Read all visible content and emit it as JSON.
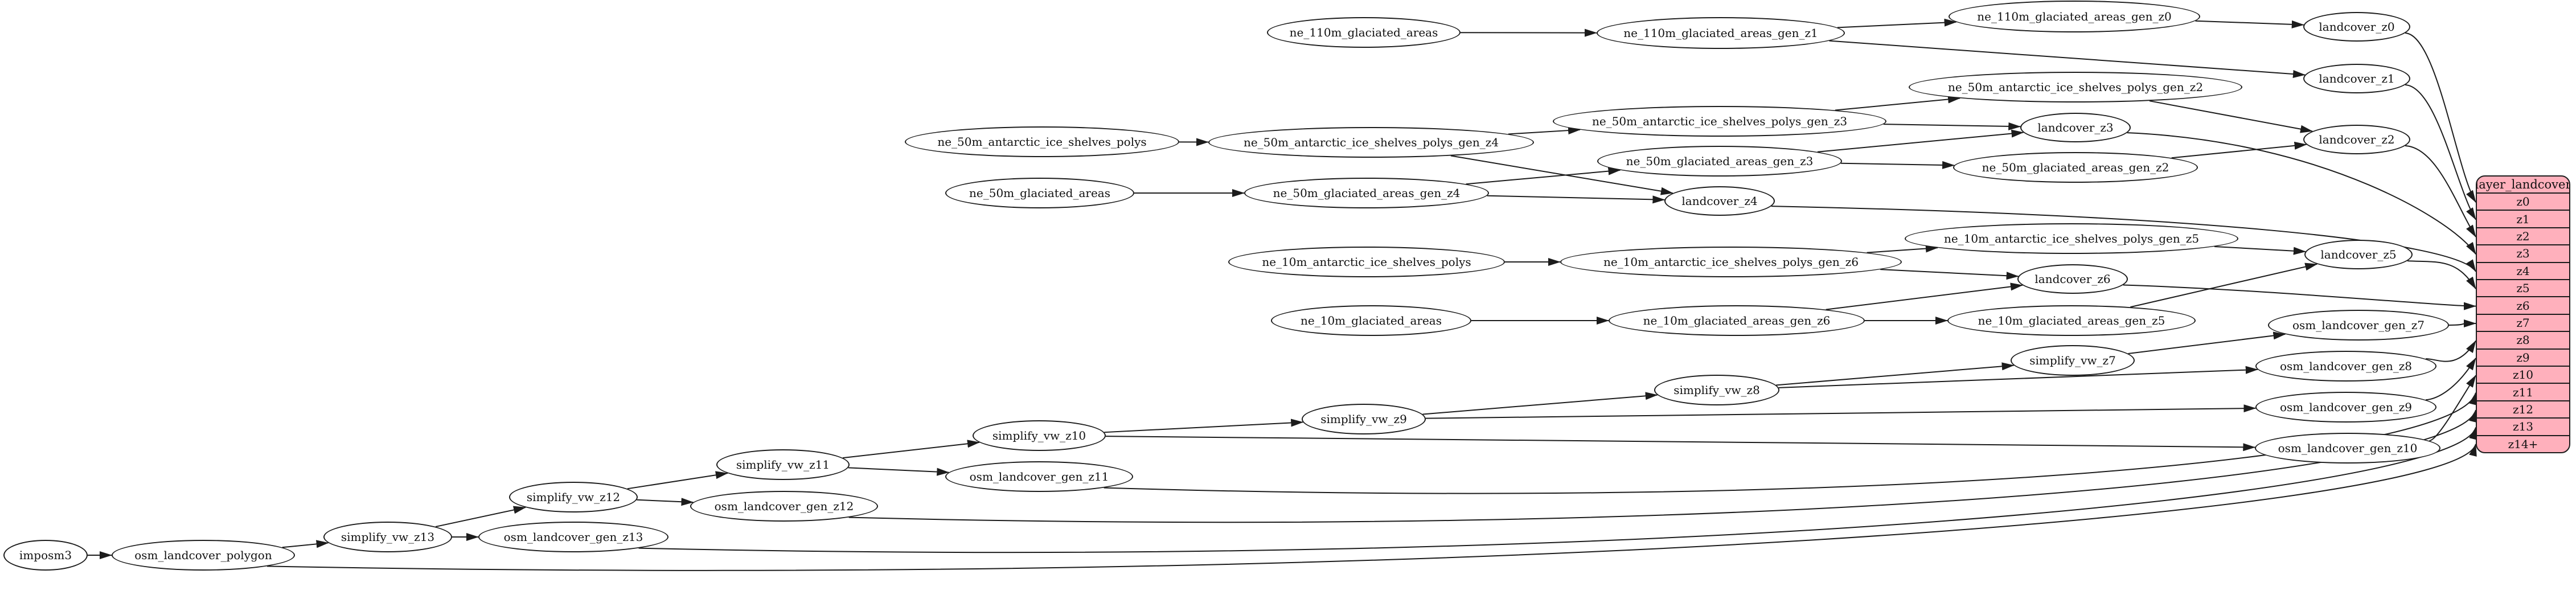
{
  "diagram": {
    "kind": "graphviz-etl-dependency-graph"
  },
  "colors": {
    "edge": "#1c1c1c",
    "node_fill": "#ffffff",
    "node_border": "#1c1c1c",
    "table_fill": "#ffb0bc"
  },
  "nodes": [
    {
      "id": "ne_110m_glaciated_areas",
      "label": "ne_110m_glaciated_areas"
    },
    {
      "id": "ne_110m_glaciated_areas_gen_z1",
      "label": "ne_110m_glaciated_areas_gen_z1"
    },
    {
      "id": "ne_110m_glaciated_areas_gen_z0",
      "label": "ne_110m_glaciated_areas_gen_z0"
    },
    {
      "id": "landcover_z0",
      "label": "landcover_z0"
    },
    {
      "id": "landcover_z1",
      "label": "landcover_z1"
    },
    {
      "id": "landcover_z2",
      "label": "landcover_z2"
    },
    {
      "id": "ne_50m_antarctic_ice_shelves_polys_gen_z2",
      "label": "ne_50m_antarctic_ice_shelves_polys_gen_z2"
    },
    {
      "id": "ne_50m_antarctic_ice_shelves_polys_gen_z3",
      "label": "ne_50m_antarctic_ice_shelves_polys_gen_z3"
    },
    {
      "id": "landcover_z3",
      "label": "landcover_z3"
    },
    {
      "id": "ne_50m_antarctic_ice_shelves_polys",
      "label": "ne_50m_antarctic_ice_shelves_polys"
    },
    {
      "id": "ne_50m_antarctic_ice_shelves_polys_gen_z4",
      "label": "ne_50m_antarctic_ice_shelves_polys_gen_z4"
    },
    {
      "id": "ne_50m_glaciated_areas_gen_z3",
      "label": "ne_50m_glaciated_areas_gen_z3"
    },
    {
      "id": "ne_50m_glaciated_areas_gen_z2",
      "label": "ne_50m_glaciated_areas_gen_z2"
    },
    {
      "id": "ne_50m_glaciated_areas",
      "label": "ne_50m_glaciated_areas"
    },
    {
      "id": "ne_50m_glaciated_areas_gen_z4",
      "label": "ne_50m_glaciated_areas_gen_z4"
    },
    {
      "id": "landcover_z4",
      "label": "landcover_z4"
    },
    {
      "id": "ne_10m_antarctic_ice_shelves_polys_gen_z5",
      "label": "ne_10m_antarctic_ice_shelves_polys_gen_z5"
    },
    {
      "id": "landcover_z5",
      "label": "landcover_z5"
    },
    {
      "id": "ne_10m_antarctic_ice_shelves_polys",
      "label": "ne_10m_antarctic_ice_shelves_polys"
    },
    {
      "id": "ne_10m_antarctic_ice_shelves_polys_gen_z6",
      "label": "ne_10m_antarctic_ice_shelves_polys_gen_z6"
    },
    {
      "id": "landcover_z6",
      "label": "landcover_z6"
    },
    {
      "id": "ne_10m_glaciated_areas",
      "label": "ne_10m_glaciated_areas"
    },
    {
      "id": "ne_10m_glaciated_areas_gen_z6",
      "label": "ne_10m_glaciated_areas_gen_z6"
    },
    {
      "id": "ne_10m_glaciated_areas_gen_z5",
      "label": "ne_10m_glaciated_areas_gen_z5"
    },
    {
      "id": "osm_landcover_gen_z7",
      "label": "osm_landcover_gen_z7"
    },
    {
      "id": "simplify_vw_z7",
      "label": "simplify_vw_z7"
    },
    {
      "id": "osm_landcover_gen_z8",
      "label": "osm_landcover_gen_z8"
    },
    {
      "id": "simplify_vw_z8",
      "label": "simplify_vw_z8"
    },
    {
      "id": "osm_landcover_gen_z9",
      "label": "osm_landcover_gen_z9"
    },
    {
      "id": "simplify_vw_z9",
      "label": "simplify_vw_z9"
    },
    {
      "id": "simplify_vw_z10",
      "label": "simplify_vw_z10"
    },
    {
      "id": "osm_landcover_gen_z10",
      "label": "osm_landcover_gen_z10"
    },
    {
      "id": "simplify_vw_z11",
      "label": "simplify_vw_z11"
    },
    {
      "id": "osm_landcover_gen_z11",
      "label": "osm_landcover_gen_z11"
    },
    {
      "id": "simplify_vw_z12",
      "label": "simplify_vw_z12"
    },
    {
      "id": "osm_landcover_gen_z12",
      "label": "osm_landcover_gen_z12"
    },
    {
      "id": "simplify_vw_z13",
      "label": "simplify_vw_z13"
    },
    {
      "id": "osm_landcover_gen_z13",
      "label": "osm_landcover_gen_z13"
    },
    {
      "id": "imposm3",
      "label": "imposm3"
    },
    {
      "id": "osm_landcover_polygon",
      "label": "osm_landcover_polygon"
    }
  ],
  "table": {
    "header": "layer_landcover",
    "rows": [
      "z0",
      "z1",
      "z2",
      "z3",
      "z4",
      "z5",
      "z6",
      "z7",
      "z8",
      "z9",
      "z10",
      "z11",
      "z12",
      "z13",
      "z14+"
    ]
  },
  "edges": [
    {
      "from": "ne_110m_glaciated_areas",
      "to": "ne_110m_glaciated_areas_gen_z1"
    },
    {
      "from": "ne_110m_glaciated_areas_gen_z1",
      "to": "ne_110m_glaciated_areas_gen_z0"
    },
    {
      "from": "ne_110m_glaciated_areas_gen_z1",
      "to": "landcover_z1"
    },
    {
      "from": "ne_110m_glaciated_areas_gen_z0",
      "to": "landcover_z0"
    },
    {
      "from": "landcover_z0",
      "to": "z0"
    },
    {
      "from": "landcover_z1",
      "to": "z1"
    },
    {
      "from": "ne_50m_antarctic_ice_shelves_polys",
      "to": "ne_50m_antarctic_ice_shelves_polys_gen_z4"
    },
    {
      "from": "ne_50m_antarctic_ice_shelves_polys_gen_z4",
      "to": "ne_50m_antarctic_ice_shelves_polys_gen_z3"
    },
    {
      "from": "ne_50m_antarctic_ice_shelves_polys_gen_z4",
      "to": "landcover_z4"
    },
    {
      "from": "ne_50m_antarctic_ice_shelves_polys_gen_z3",
      "to": "ne_50m_antarctic_ice_shelves_polys_gen_z2"
    },
    {
      "from": "ne_50m_antarctic_ice_shelves_polys_gen_z3",
      "to": "landcover_z3"
    },
    {
      "from": "ne_50m_antarctic_ice_shelves_polys_gen_z2",
      "to": "landcover_z2"
    },
    {
      "from": "ne_50m_glaciated_areas",
      "to": "ne_50m_glaciated_areas_gen_z4"
    },
    {
      "from": "ne_50m_glaciated_areas_gen_z4",
      "to": "ne_50m_glaciated_areas_gen_z3"
    },
    {
      "from": "ne_50m_glaciated_areas_gen_z4",
      "to": "landcover_z4"
    },
    {
      "from": "ne_50m_glaciated_areas_gen_z3",
      "to": "ne_50m_glaciated_areas_gen_z2"
    },
    {
      "from": "ne_50m_glaciated_areas_gen_z3",
      "to": "landcover_z3"
    },
    {
      "from": "ne_50m_glaciated_areas_gen_z2",
      "to": "landcover_z2"
    },
    {
      "from": "landcover_z2",
      "to": "z2"
    },
    {
      "from": "landcover_z3",
      "to": "z3"
    },
    {
      "from": "landcover_z4",
      "to": "z4"
    },
    {
      "from": "ne_10m_antarctic_ice_shelves_polys",
      "to": "ne_10m_antarctic_ice_shelves_polys_gen_z6"
    },
    {
      "from": "ne_10m_antarctic_ice_shelves_polys_gen_z6",
      "to": "ne_10m_antarctic_ice_shelves_polys_gen_z5"
    },
    {
      "from": "ne_10m_antarctic_ice_shelves_polys_gen_z6",
      "to": "landcover_z6"
    },
    {
      "from": "ne_10m_antarctic_ice_shelves_polys_gen_z5",
      "to": "landcover_z5"
    },
    {
      "from": "ne_10m_glaciated_areas",
      "to": "ne_10m_glaciated_areas_gen_z6"
    },
    {
      "from": "ne_10m_glaciated_areas_gen_z6",
      "to": "ne_10m_glaciated_areas_gen_z5"
    },
    {
      "from": "ne_10m_glaciated_areas_gen_z6",
      "to": "landcover_z6"
    },
    {
      "from": "ne_10m_glaciated_areas_gen_z5",
      "to": "landcover_z5"
    },
    {
      "from": "landcover_z5",
      "to": "z5"
    },
    {
      "from": "landcover_z6",
      "to": "z6"
    },
    {
      "from": "imposm3",
      "to": "osm_landcover_polygon"
    },
    {
      "from": "osm_landcover_polygon",
      "to": "simplify_vw_z13"
    },
    {
      "from": "osm_landcover_polygon",
      "to": "z14+"
    },
    {
      "from": "simplify_vw_z13",
      "to": "simplify_vw_z12"
    },
    {
      "from": "simplify_vw_z13",
      "to": "osm_landcover_gen_z13"
    },
    {
      "from": "osm_landcover_gen_z13",
      "to": "z13"
    },
    {
      "from": "simplify_vw_z12",
      "to": "simplify_vw_z11"
    },
    {
      "from": "simplify_vw_z12",
      "to": "osm_landcover_gen_z12"
    },
    {
      "from": "osm_landcover_gen_z12",
      "to": "z12"
    },
    {
      "from": "simplify_vw_z11",
      "to": "simplify_vw_z10"
    },
    {
      "from": "simplify_vw_z11",
      "to": "osm_landcover_gen_z11"
    },
    {
      "from": "osm_landcover_gen_z11",
      "to": "z11"
    },
    {
      "from": "simplify_vw_z10",
      "to": "simplify_vw_z9"
    },
    {
      "from": "simplify_vw_z10",
      "to": "osm_landcover_gen_z10"
    },
    {
      "from": "osm_landcover_gen_z10",
      "to": "z10"
    },
    {
      "from": "simplify_vw_z9",
      "to": "simplify_vw_z8"
    },
    {
      "from": "simplify_vw_z9",
      "to": "osm_landcover_gen_z9"
    },
    {
      "from": "osm_landcover_gen_z9",
      "to": "z9"
    },
    {
      "from": "simplify_vw_z8",
      "to": "simplify_vw_z7"
    },
    {
      "from": "simplify_vw_z8",
      "to": "osm_landcover_gen_z8"
    },
    {
      "from": "osm_landcover_gen_z8",
      "to": "z8"
    },
    {
      "from": "simplify_vw_z7",
      "to": "osm_landcover_gen_z7"
    },
    {
      "from": "osm_landcover_gen_z7",
      "to": "z7"
    }
  ]
}
